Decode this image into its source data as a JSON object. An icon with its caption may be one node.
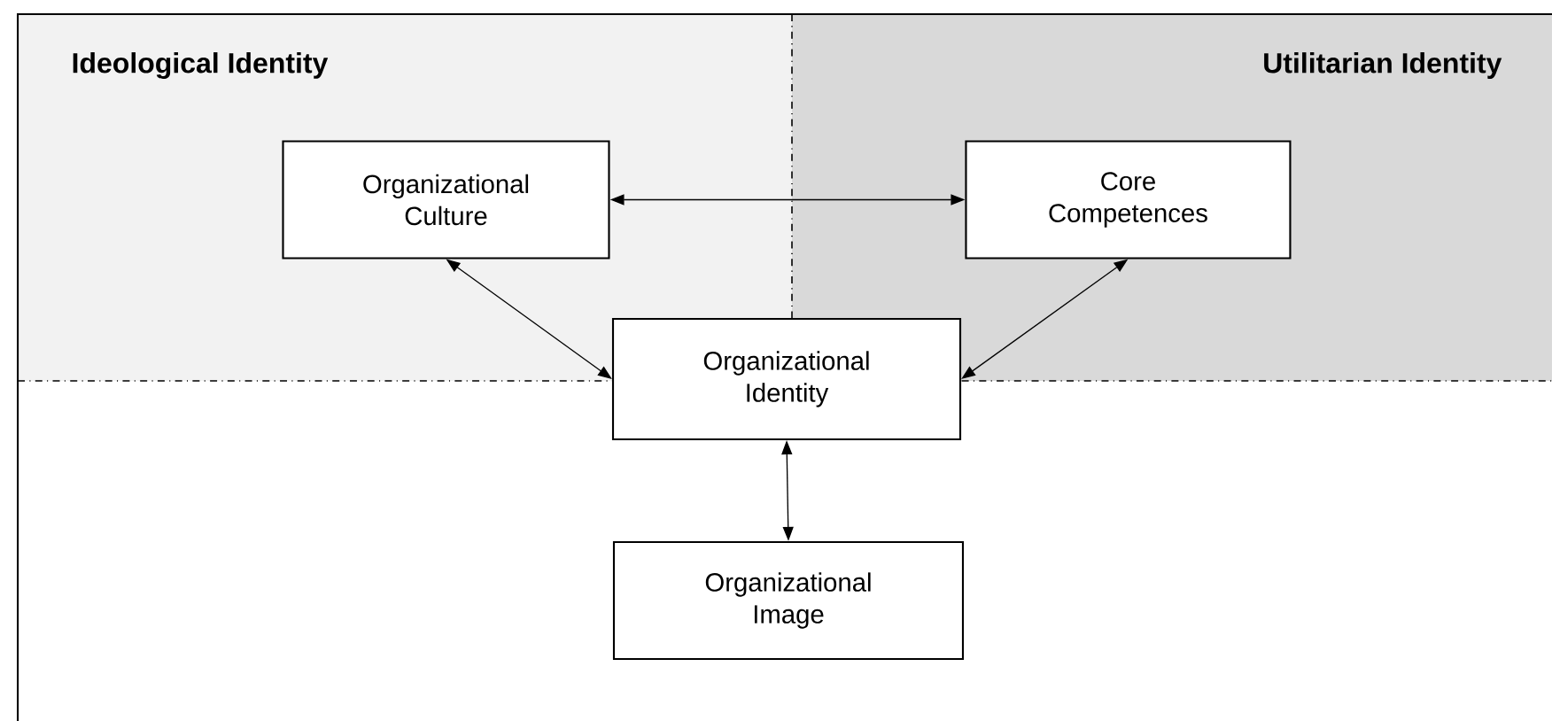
{
  "diagram": {
    "nodes": [
      {
        "text": [
          "Ideological Identity"
        ]
      },
      {
        "text": [
          "Utilitarian Identity"
        ]
      },
      {
        "text": [
          "Organizational Culture"
        ],
        "in": 0
      },
      {
        "text": [
          "Core Competences"
        ],
        "in": 1
      },
      {
        "text": [
          "Organizational Identity"
        ]
      },
      {
        "text": [
          "Organizational Image"
        ]
      }
    ],
    "edges": [
      {
        "from": 2,
        "to": 3,
        "arrow": "both"
      },
      {
        "from": 2,
        "to": 4,
        "arrow": "both"
      },
      {
        "from": 3,
        "to": 4,
        "arrow": "both"
      },
      {
        "from": 4,
        "to": 5,
        "arrow": "both"
      }
    ]
  }
}
